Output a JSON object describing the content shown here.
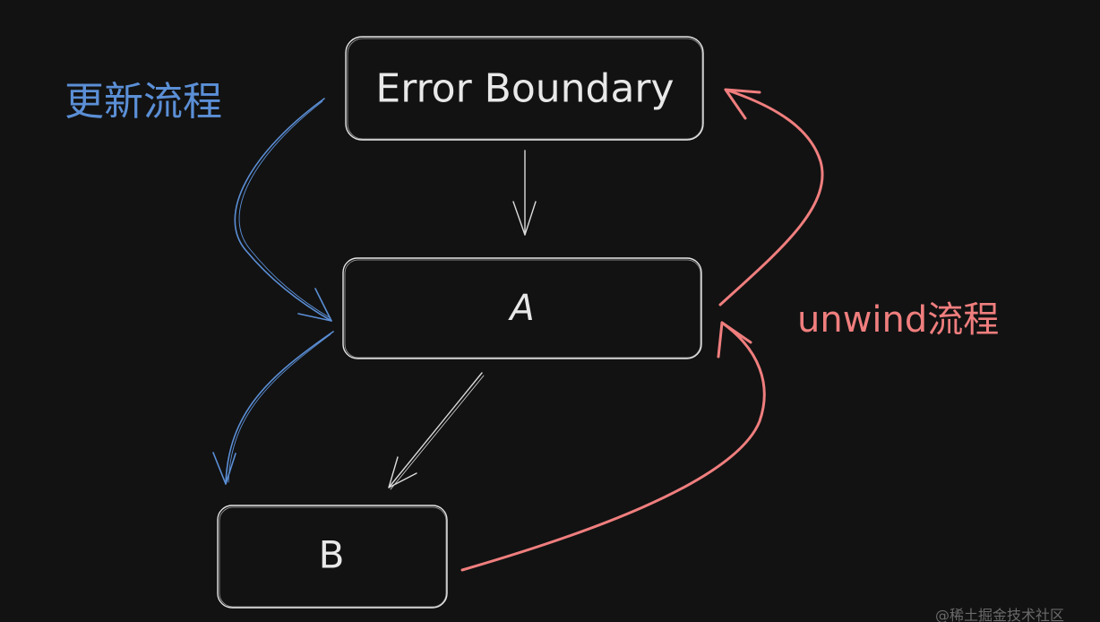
{
  "nodes": {
    "error_boundary": "Error Boundary",
    "a": "A",
    "b": "B"
  },
  "labels": {
    "update_flow": "更新流程",
    "unwind_flow": "unwind流程"
  },
  "watermark": "@稀土掘金技术社区",
  "colors": {
    "background": "#121212",
    "node_stroke": "#e6e6e6",
    "update_flow": "#5b8fd6",
    "unwind_flow": "#f07e7e"
  }
}
